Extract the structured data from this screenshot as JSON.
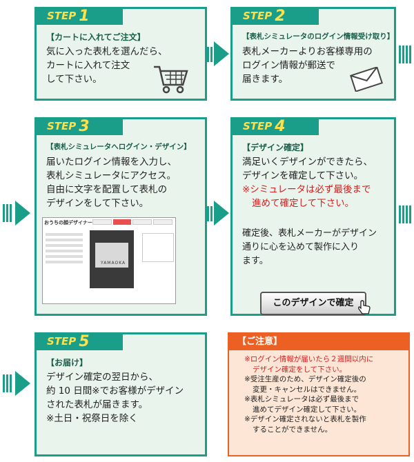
{
  "steps": [
    {
      "label": "STEP",
      "num": "1",
      "subtitle": "【カートに入れてご注文】",
      "lines": [
        "気に入った表札を選んだら、",
        "カートに入れて注文",
        "して下さい。"
      ]
    },
    {
      "label": "STEP",
      "num": "2",
      "subtitle": "【表札シミュレータのログイン情報受け取り】",
      "lines": [
        "表札メーカーよりお客様専用の",
        "ログイン情報が郵送で",
        "届きます。"
      ]
    },
    {
      "label": "STEP",
      "num": "3",
      "subtitle": "【表札シミュレータへログイン・デザイン】",
      "lines": [
        "届いたログイン情報を入力し、",
        "表札シミュレータにアクセス。",
        "自由に文字を配置して表札の",
        "デザインをして下さい。"
      ],
      "sim_title": "おうちの顔デザイナー",
      "sim_nameplate": "YAMAOKA"
    },
    {
      "label": "STEP",
      "num": "4",
      "subtitle": "【デザイン確定】",
      "lines": [
        "満足いくデザインができたら、",
        "デザインを確定して下さい。"
      ],
      "warn": [
        "※シミュレータは必ず最後まで",
        "進めて確定して下さい。"
      ],
      "after": [
        "確定後、表札メーカーがデザイン",
        "通りに心を込めて製作に入り",
        "ます。"
      ],
      "button": "このデザインで確定"
    },
    {
      "label": "STEP",
      "num": "5",
      "subtitle": "【お届け】",
      "lines": [
        "デザイン確定の翌日から、",
        "約 10 日間※でお客様がデザイン",
        "された表札が届きます。",
        "※土日・祝祭日を除く"
      ]
    }
  ],
  "caution": {
    "title": "【ご注意】",
    "red": [
      "※ログイン情報が届いたら２週間以内に",
      "デザイン確定をして下さい。"
    ],
    "items": [
      "※受注生産のため、デザイン確定後の",
      "変更・キャンセルはできません。",
      "※表札シミュレータは必ず最後まで",
      "進めてデザイン確定して下さい。",
      "※デザイン確定されないと表札を製作",
      "することができません。"
    ]
  },
  "colors": {
    "teal": "#1a9e8a",
    "box": "#e8f4ec",
    "orange": "#ec6024",
    "red": "#d81e1e"
  },
  "icons": [
    "cart-icon",
    "envelope-icon",
    "hand-pointer-icon"
  ]
}
